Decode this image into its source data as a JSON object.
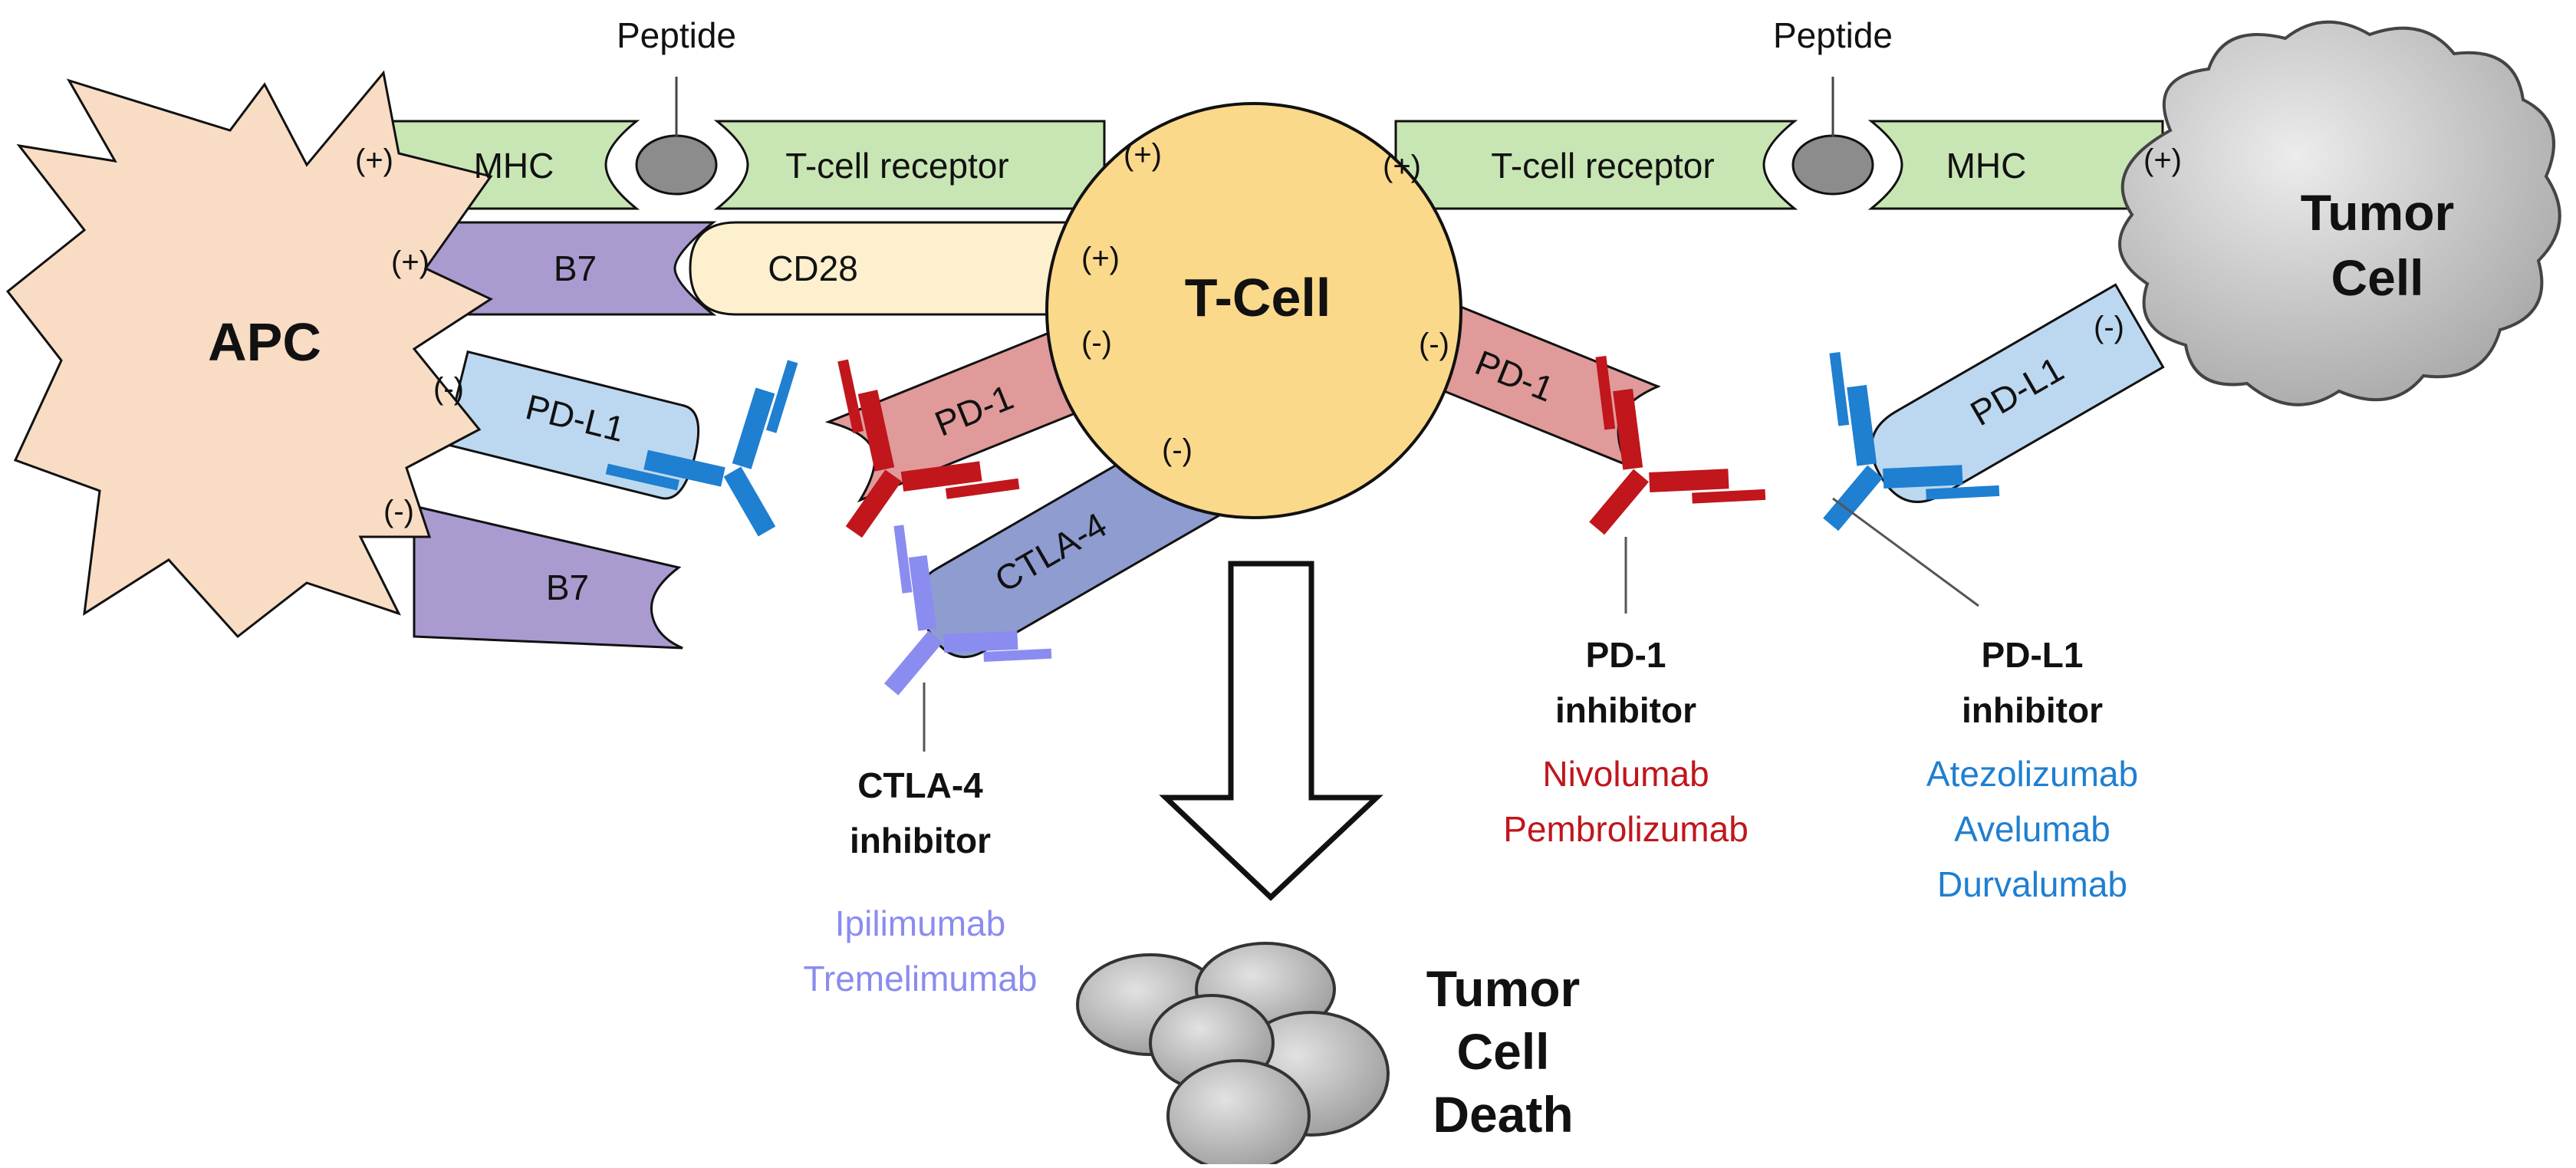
{
  "labels": {
    "peptide_left": "Peptide",
    "peptide_right": "Peptide",
    "mhc_left": "MHC",
    "mhc_right": "MHC",
    "tcr_left": "T-cell receptor",
    "tcr_right": "T-cell receptor",
    "b7_top": "B7",
    "b7_bottom": "B7",
    "cd28": "CD28",
    "pdl1_apc": "PD-L1",
    "pdl1_tumor": "PD-L1",
    "pd1_left": "PD-1",
    "pd1_right": "PD-1",
    "ctla4": "CTLA-4"
  },
  "cells": {
    "apc": "APC",
    "tcell": "T-Cell",
    "tumor_line1": "Tumor",
    "tumor_line2": "Cell"
  },
  "signs": {
    "plus": "(+)",
    "minus": "(-)"
  },
  "inhibitors": {
    "ctla4": {
      "line1": "CTLA-4",
      "line2": "inhibitor",
      "drugs": [
        "Ipilimumab",
        "Tremelimumab"
      ],
      "color": "#8a8cf0"
    },
    "pd1": {
      "line1": "PD-1",
      "line2": "inhibitor",
      "drugs": [
        "Nivolumab",
        "Pembrolizumab"
      ],
      "color": "#c0161c"
    },
    "pdl1": {
      "line1": "PD-L1",
      "line2": "inhibitor",
      "drugs": [
        "Atezolizumab",
        "Avelumab",
        "Durvalumab"
      ],
      "color": "#1f7fd0"
    }
  },
  "outcome": {
    "line1": "Tumor",
    "line2": "Cell",
    "line3": "Death"
  },
  "colors": {
    "receptor_green": "#c8e6b4",
    "b7_purple": "#a99bd0",
    "cd28_cream": "#fdf0cf",
    "pdl1_blue": "#bcd8f0",
    "pd1_red": "#e09a9a",
    "ctla4_blue": "#8f9cd0",
    "tcell_yellow": "#fbd98a",
    "apc_peach": "#f8dcc4",
    "tumor_gray": "#cdcdcd"
  }
}
